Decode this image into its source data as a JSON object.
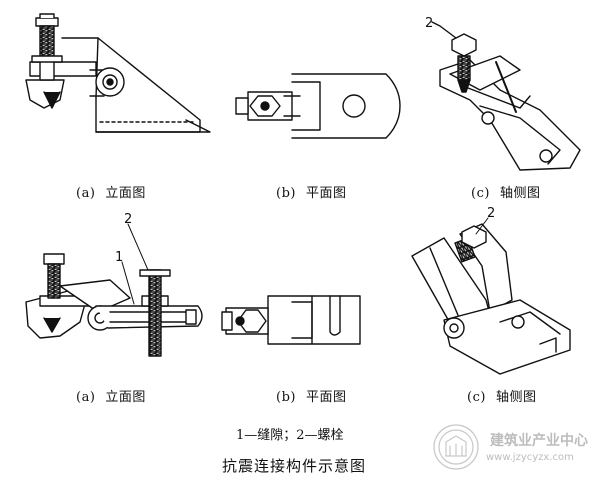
{
  "panels": [
    {
      "id": "a1",
      "letter": "(a)",
      "name": "立面图"
    },
    {
      "id": "b1",
      "letter": "(b)",
      "name": "平面图"
    },
    {
      "id": "c1",
      "letter": "(c)",
      "name": "轴侧图"
    },
    {
      "id": "a2",
      "letter": "(a)",
      "name": "立面图"
    },
    {
      "id": "b2",
      "letter": "(b)",
      "name": "平面图"
    },
    {
      "id": "c2",
      "letter": "(c)",
      "name": "轴侧图"
    }
  ],
  "callouts": {
    "one": "1",
    "two_top": "2",
    "two_mid": "2",
    "two_right": "2"
  },
  "legend": "1—缝隙；2—螺栓",
  "title": "抗震连接构件示意图",
  "watermark": {
    "name": "建筑业产业中心",
    "url": "www.jzycyzx.com"
  }
}
